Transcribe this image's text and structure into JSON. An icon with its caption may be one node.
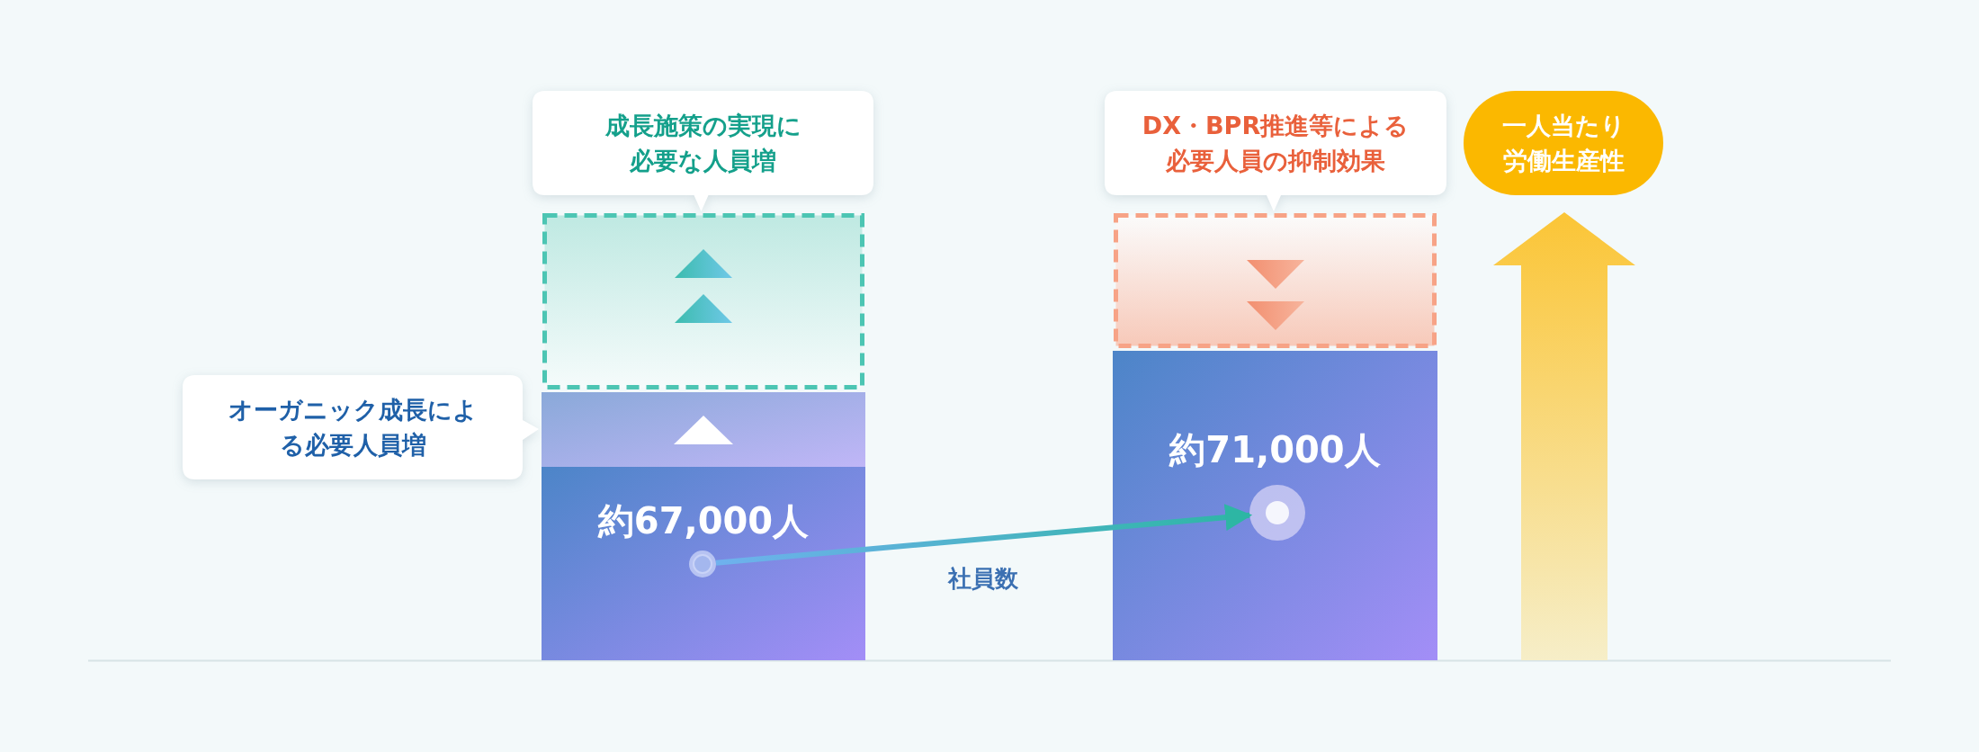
{
  "diagram": {
    "nodes": [
      {
        "text": [
          "成長施策の実現に必要な人員増"
        ]
      },
      {
        "text": [
          "DX・BPR推進等による必要人員の抑制効果"
        ]
      },
      {
        "text": [
          "一人当たり労働生産性"
        ]
      },
      {
        "text": [],
        "shape": "box"
      },
      {
        "text": [],
        "shape": "box"
      },
      {
        "text": [
          "オーガニック成長による必要人員増"
        ]
      },
      {
        "text": [],
        "shape": "bar"
      },
      {
        "text": [
          "約71,000人"
        ]
      },
      {
        "text": [
          "約67,000人"
        ]
      },
      {
        "text": [],
        "shape": "circle",
        "in": 8
      },
      {
        "text": [],
        "shape": "circle",
        "in": 7
      }
    ],
    "edges": [
      {
        "from": 9,
        "to": 10,
        "arrow": "to",
        "label": "社員数"
      }
    ]
  }
}
